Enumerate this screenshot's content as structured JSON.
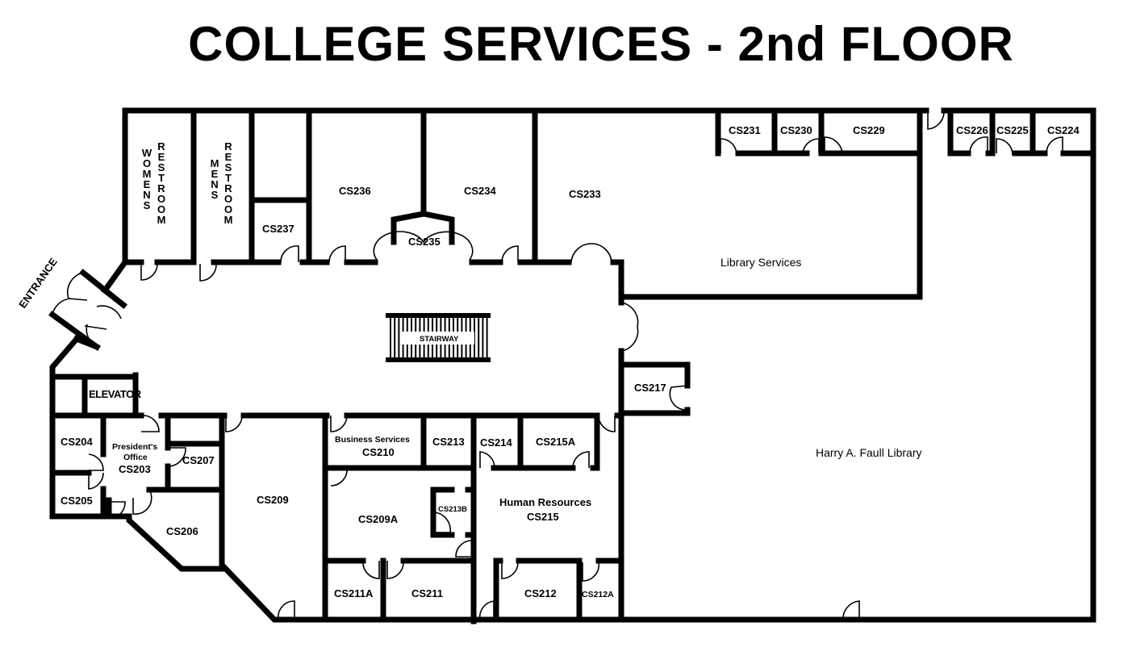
{
  "title": "COLLEGE SERVICES - 2nd FLOOR",
  "rooms": {
    "womens_restroom_a": "WOMENS",
    "womens_restroom_b": "RESTROOM",
    "mens_restroom_a": "MENS",
    "mens_restroom_b": "RESTROOM",
    "cs237": "CS237",
    "cs236": "CS236",
    "cs235": "CS235",
    "cs234": "CS234",
    "cs233": "CS233",
    "cs231": "CS231",
    "cs230": "CS230",
    "cs229": "CS229",
    "cs226": "CS226",
    "cs225": "CS225",
    "cs224": "CS224",
    "library_services": "Library Services",
    "entrance": "ENTRANCE",
    "stairway": "STAIRWAY",
    "elevator": "ELEVATOR",
    "cs217": "CS217",
    "harry_library": "Harry A. Faull Library",
    "cs204": "CS204",
    "cs205": "CS205",
    "presidents_office_a": "President's",
    "presidents_office_b": "Office",
    "cs203": "CS203",
    "cs207": "CS207",
    "cs206": "CS206",
    "cs209": "CS209",
    "business_services": "Business Services",
    "cs210": "CS210",
    "cs213": "CS213",
    "cs214": "CS214",
    "cs215a": "CS215A",
    "cs209a": "CS209A",
    "cs213b": "CS213B",
    "human_resources": "Human Resources",
    "cs215": "CS215",
    "cs211a": "CS211A",
    "cs211": "CS211",
    "cs212": "CS212",
    "cs212a": "CS212A"
  }
}
